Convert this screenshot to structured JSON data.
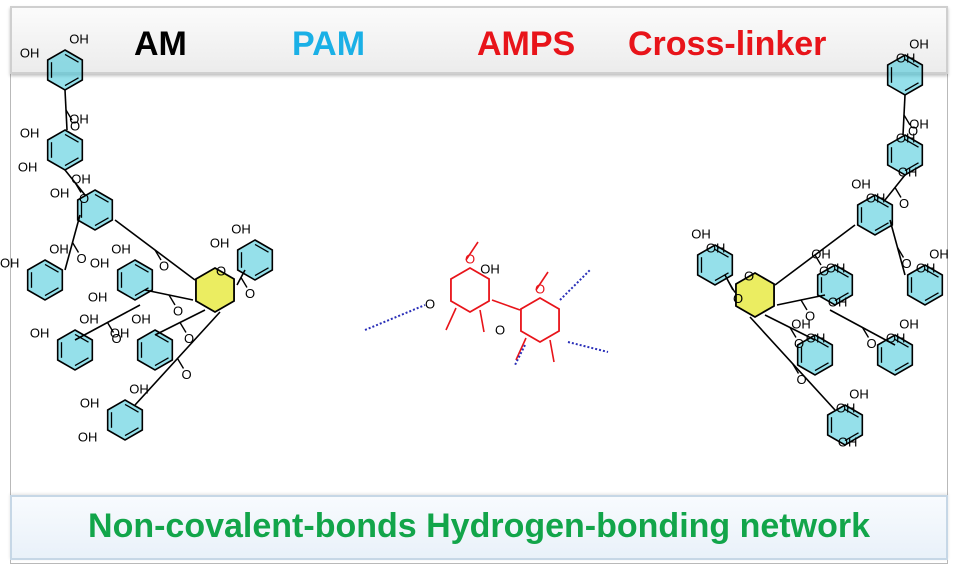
{
  "header": {
    "am": {
      "text": "AM",
      "color": "#000000"
    },
    "pam": {
      "text": "PAM",
      "color": "#1ab0e6"
    },
    "amps": {
      "text": "AMPS",
      "color": "#e8141a"
    },
    "crosslinker": {
      "text": "Cross-linker",
      "color": "#e8141a"
    }
  },
  "footer": {
    "text": "Non-covalent-bonds Hydrogen-bonding network",
    "color": "#12a54a"
  },
  "diagram": {
    "colors": {
      "bond": "#000000",
      "ring_fill": "#3ec7d9",
      "core_ring_fill": "#e6e83a",
      "crosslink": "#e8141a",
      "hbond": "#2a2fb8"
    },
    "atoms": {
      "hydroxyl": "OH",
      "oxygen": "O"
    }
  }
}
